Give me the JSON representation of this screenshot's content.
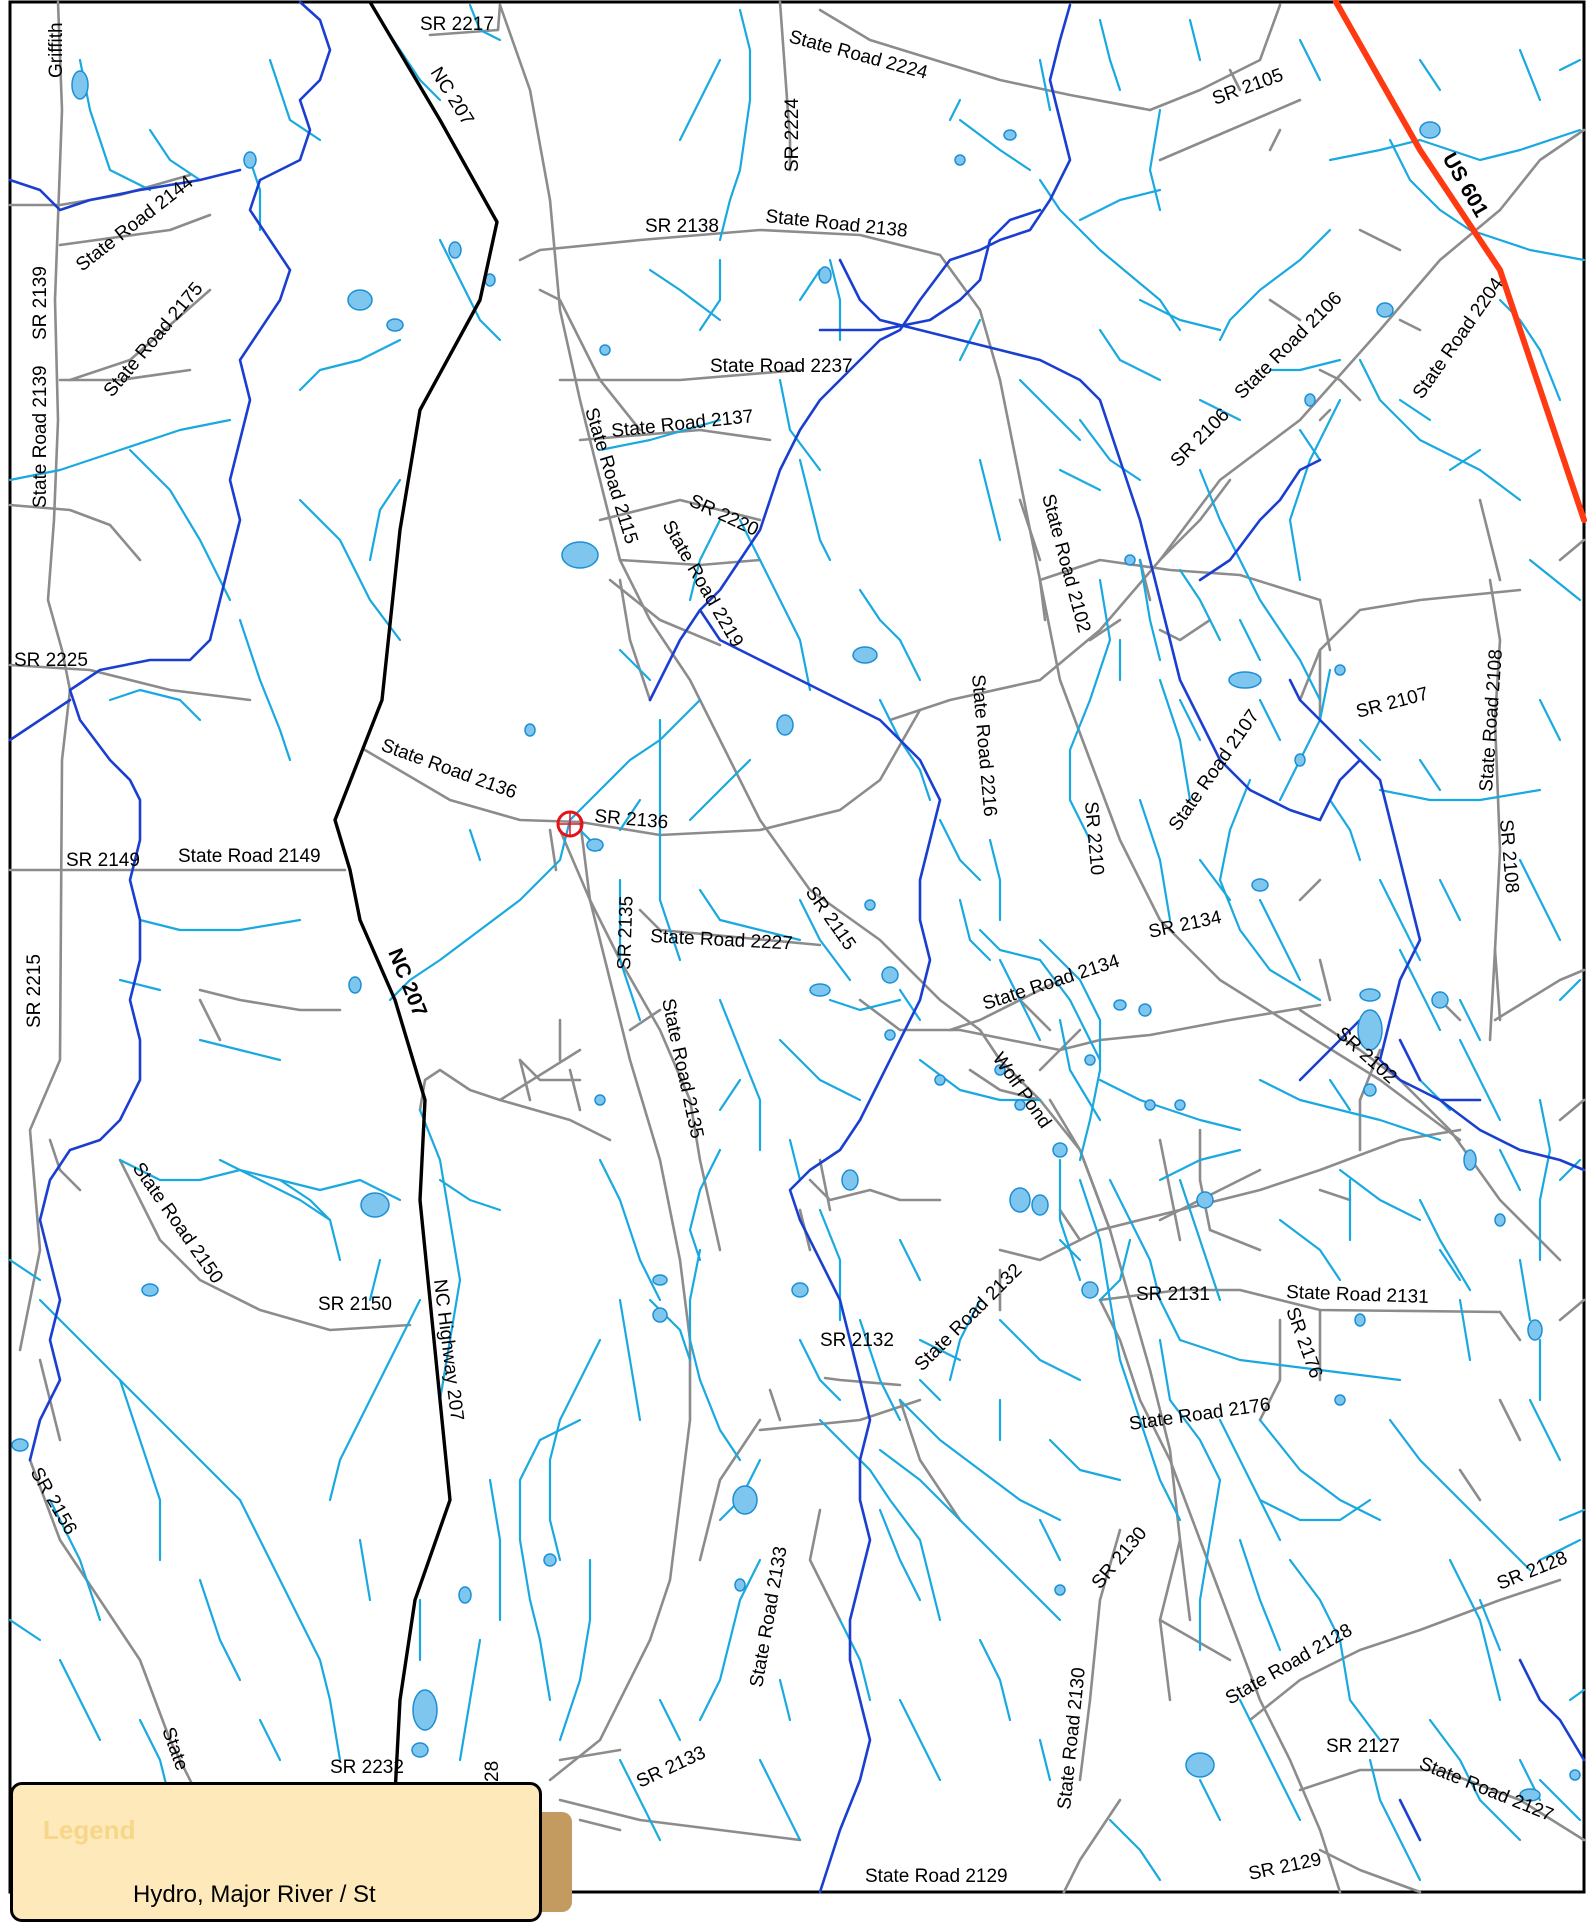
{
  "map": {
    "route_labels": [
      "SR 2217",
      "State Road 2224",
      "SR 2224",
      "SR 2105",
      "Griffith",
      "NC 207",
      "US 601",
      "State Road 2144",
      "State Road 2175",
      "SR 2139",
      "State Road 2139",
      "SR 2138",
      "State Road 2138",
      "State Road 2204",
      "State Road 2106",
      "SR 2106",
      "State Road 2237",
      "State Road 2137",
      "State Road 2115",
      "SR 2220",
      "State Road 2219",
      "State Road 2102",
      "SR 2225",
      "State Road 2216",
      "SR 2107",
      "State Road 2108",
      "State Road 2107",
      "SR 2108",
      "State Road 2136",
      "SR 2136",
      "SR 2149",
      "State Road 2149",
      "SR 2210",
      "SR 2215",
      "SR 2135",
      "State Road 2227",
      "SR 2115",
      "SR 2134",
      "State Road 2134",
      "NC 207",
      "SR 2102",
      "State Road 2135",
      "Wolf Pond",
      "State Road 2150",
      "SR 2150",
      "NC Highway 207",
      "State Road 2132",
      "SR 2132",
      "SR 2131",
      "State Road 2131",
      "SR 2176",
      "State Road 2176",
      "SR 2156",
      "SR 2130",
      "SR 2128",
      "State Road 2133",
      "State Road 2128",
      "State Road 2130",
      "SR 2127",
      "State Road 2127",
      "SR 2133",
      "State",
      "SR 2232",
      "28",
      "State Road 2129",
      "SR 2129"
    ],
    "colors": {
      "road": "#8c8c8c",
      "stream": "#19a9e0",
      "river": "#1a3fd0",
      "pond": "#7fc6ee",
      "nc_highway": "#000000",
      "us_highway": "#ff3a12",
      "marker": "#e3141b"
    },
    "marker": "site-marker"
  },
  "legend": {
    "title": "Legend",
    "item": "Hydro, Major River / St"
  }
}
